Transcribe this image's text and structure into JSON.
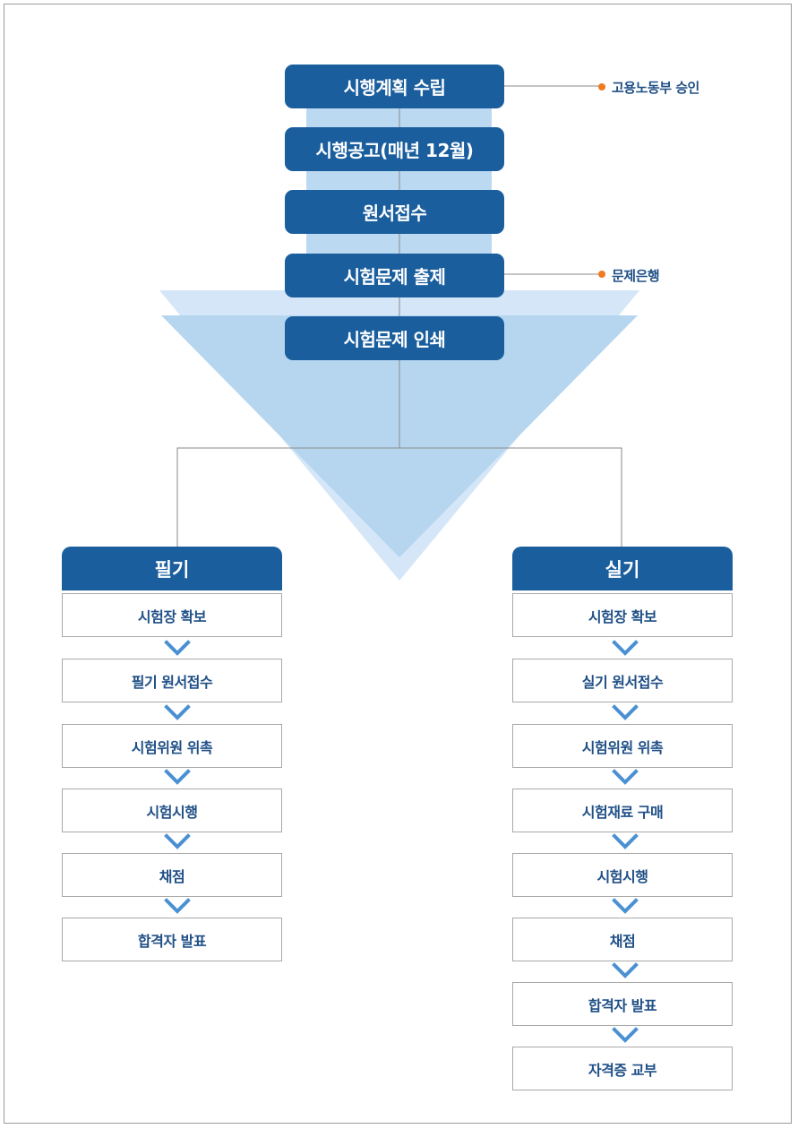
{
  "main_steps": [
    "시행계획 수립",
    "시행공고(매년 12월)",
    "원서접수",
    "시험문제 출제",
    "시험문제 인쇄"
  ],
  "notes": {
    "plan": "고용노동부 승인",
    "questions": "문제은행"
  },
  "written": {
    "title": "필기",
    "steps": [
      "시험장 확보",
      "필기 원서접수",
      "시험위원 위촉",
      "시험시행",
      "채점",
      "합격자 발표"
    ]
  },
  "practical": {
    "title": "실기",
    "steps": [
      "시험장 확보",
      "실기 원서접수",
      "시험위원 위촉",
      "시험재료 구매",
      "시험시행",
      "채점",
      "합격자 발표",
      "자격증 교부"
    ]
  },
  "colors": {
    "box": "#1a5e9e",
    "text": "#1f4f86",
    "triangle_outer": "#d4e6f7",
    "triangle_inner": "#b6d6f0",
    "band": "#bcd9f2",
    "chevron": "#4a90d2",
    "dot": "#f07a1e"
  }
}
